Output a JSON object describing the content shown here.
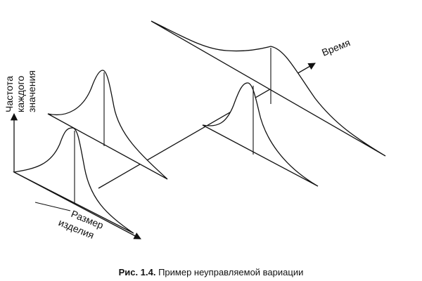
{
  "labels": {
    "y_axis_lines": [
      "Частота",
      "каждого",
      "значения"
    ],
    "x_axis_lines": [
      "Размер",
      "изделия"
    ],
    "time_axis": "Время"
  },
  "caption": {
    "number": "Рис. 1.4.",
    "text": "Пример неуправляемой вариации"
  }
}
